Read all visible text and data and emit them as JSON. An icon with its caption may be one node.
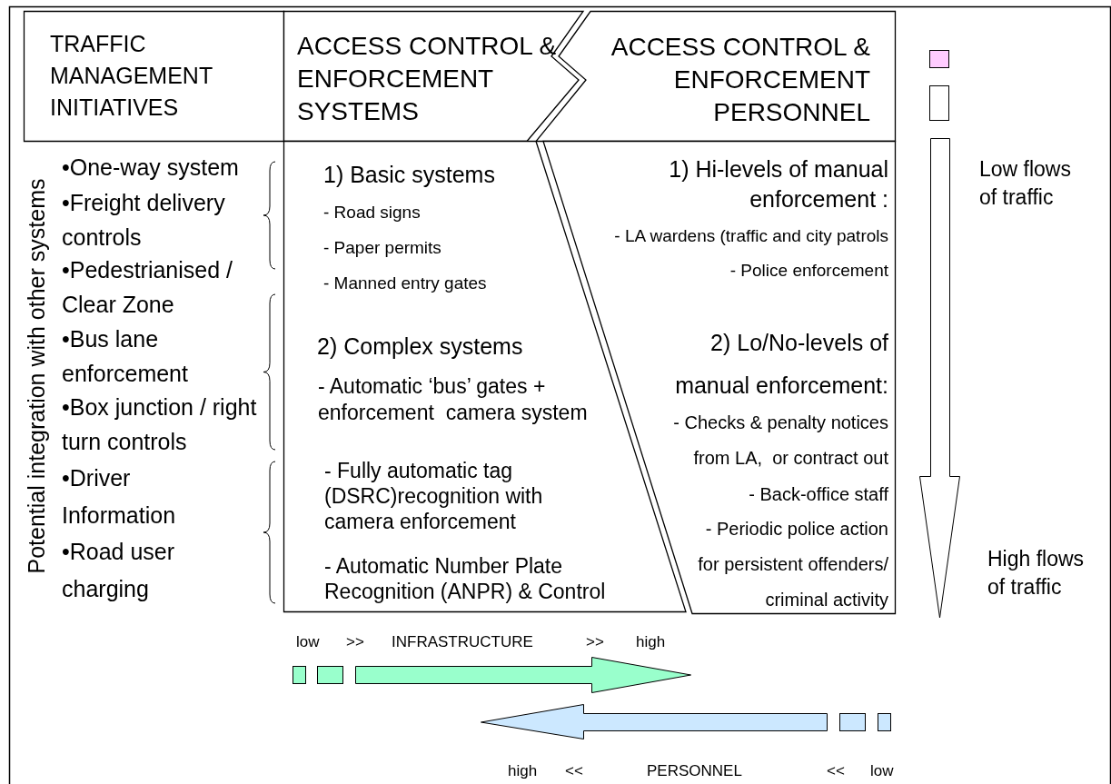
{
  "diagram": {
    "nodes": [
      {
        "text": [
          "TRAFFIC MANAGEMENT INITIATIVES"
        ]
      },
      {
        "text": [
          "ACCESS CONTROL & ENFORCEMENT SYSTEMS"
        ]
      },
      {
        "text": [
          "ACCESS CONTROL & ENFORCEMENT PERSONNEL"
        ]
      },
      {
        "text": [
          "Potential integration with other systems",
          "•One-way system",
          "•Freight delivery controls",
          "•Pedestrianised / Clear Zone",
          "•Bus lane enforcement",
          "•Box junction / right turn controls",
          "•Driver Information",
          "•Road user charging"
        ]
      },
      {
        "text": [
          "1) Basic systems",
          "- Road signs",
          "- Paper permits",
          "- Manned entry gates",
          "2) Complex systems",
          "- Automatic ‘bus’ gates + enforcement  camera system",
          "- Fully automatic tag (DSRC)recognition with camera enforcement",
          "- Automatic Number Plate Recognition (ANPR) & Control"
        ]
      },
      {
        "text": [
          "1) Hi-levels of manual enforcement :",
          "- LA wardens (traffic and city patrols",
          "- Police enforcement",
          "2) Lo/No-levels of manual enforcement:",
          "- Checks & penalty notices from LA,  or contract out",
          "- Back-office staff",
          "- Periodic police action for persistent offenders/ criminal activity"
        ]
      }
    ],
    "labels": [
      "Low flows of traffic",
      "High flows of traffic",
      "low",
      ">>",
      "INFRASTRUCTURE",
      ">>",
      "high",
      "high",
      "<<",
      "PERSONNEL",
      "<<",
      "low"
    ]
  }
}
